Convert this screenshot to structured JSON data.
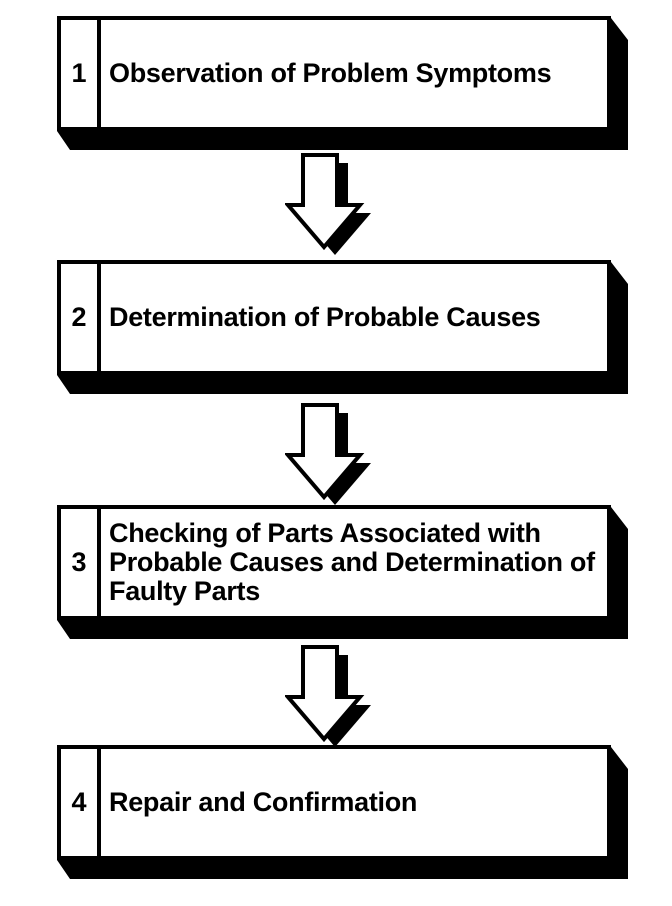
{
  "diagram": {
    "type": "flowchart",
    "direction": "top-down",
    "background_color": "#ffffff",
    "box_style": {
      "fill": "#ffffff",
      "border_color": "#000000",
      "shadow_color": "#000000",
      "text_color": "#000000"
    },
    "connector": {
      "shape": "block-arrow-down",
      "count": 3,
      "fill": "#ffffff",
      "outline": "#000000",
      "shadow_color": "#000000"
    },
    "steps": [
      {
        "number": "1",
        "label": "Observation of Problem Symptoms"
      },
      {
        "number": "2",
        "label": "Determination of Probable Causes"
      },
      {
        "number": "3",
        "label": "Checking of Parts Associated with Probable Causes and Determination of Faulty Parts"
      },
      {
        "number": "4",
        "label": "Repair and Confirmation"
      }
    ]
  }
}
